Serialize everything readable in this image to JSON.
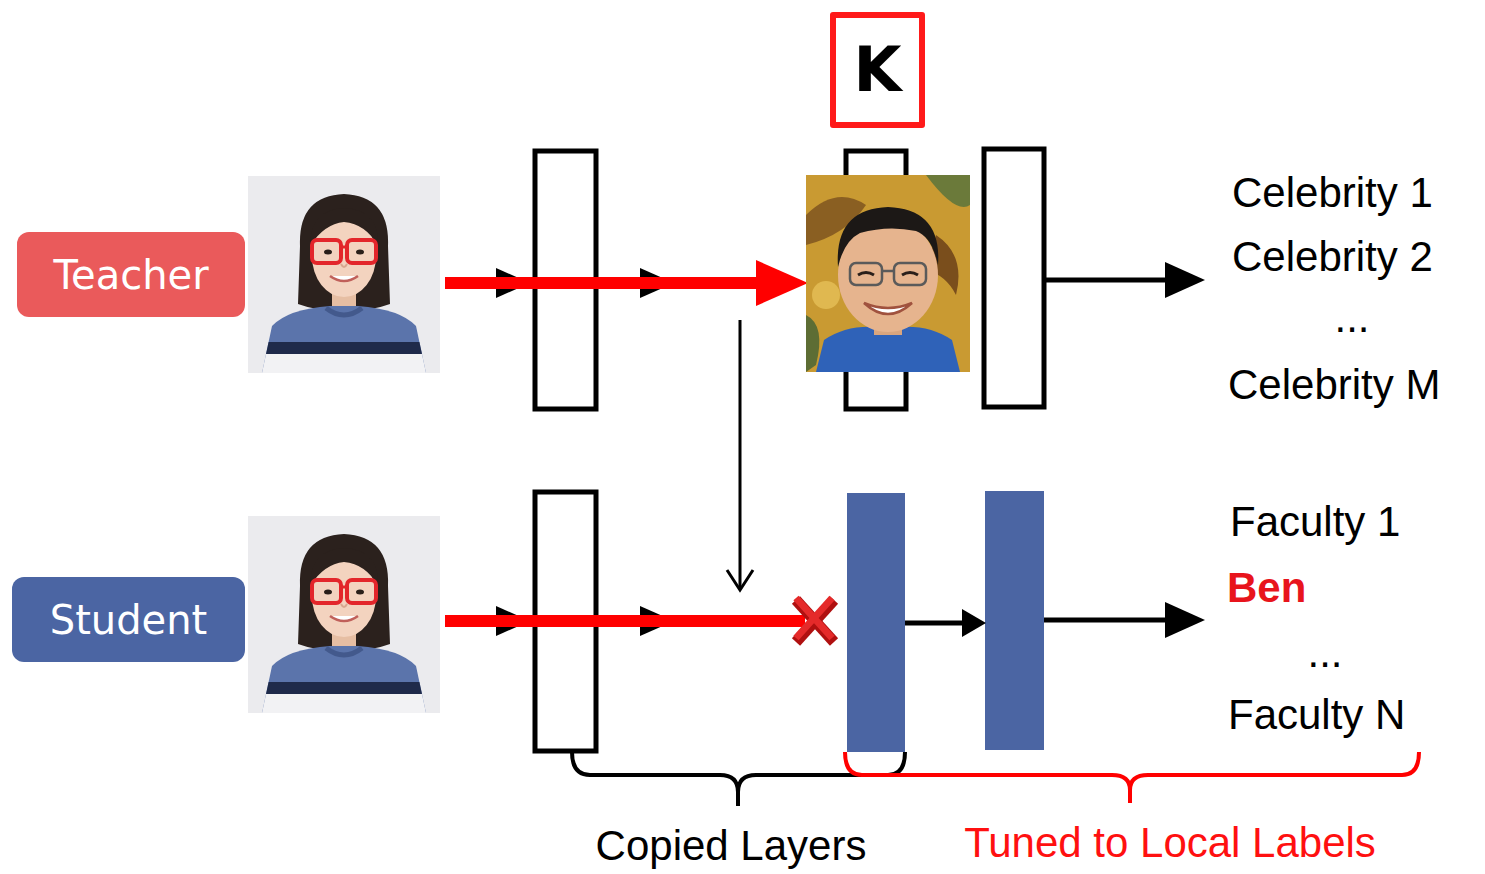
{
  "diagram": {
    "nodes": [
      {
        "text": [
          "K"
        ]
      },
      {
        "text": [
          "Teacher"
        ]
      },
      {
        "text": [
          "Student"
        ]
      }
    ],
    "labels": [
      "Celebrity 1",
      "Celebrity 2",
      "...",
      "Celebrity M",
      "Faculty 1",
      "Ben",
      "...",
      "Faculty N",
      "Copied Layers",
      "Tuned to Local Labels"
    ]
  }
}
